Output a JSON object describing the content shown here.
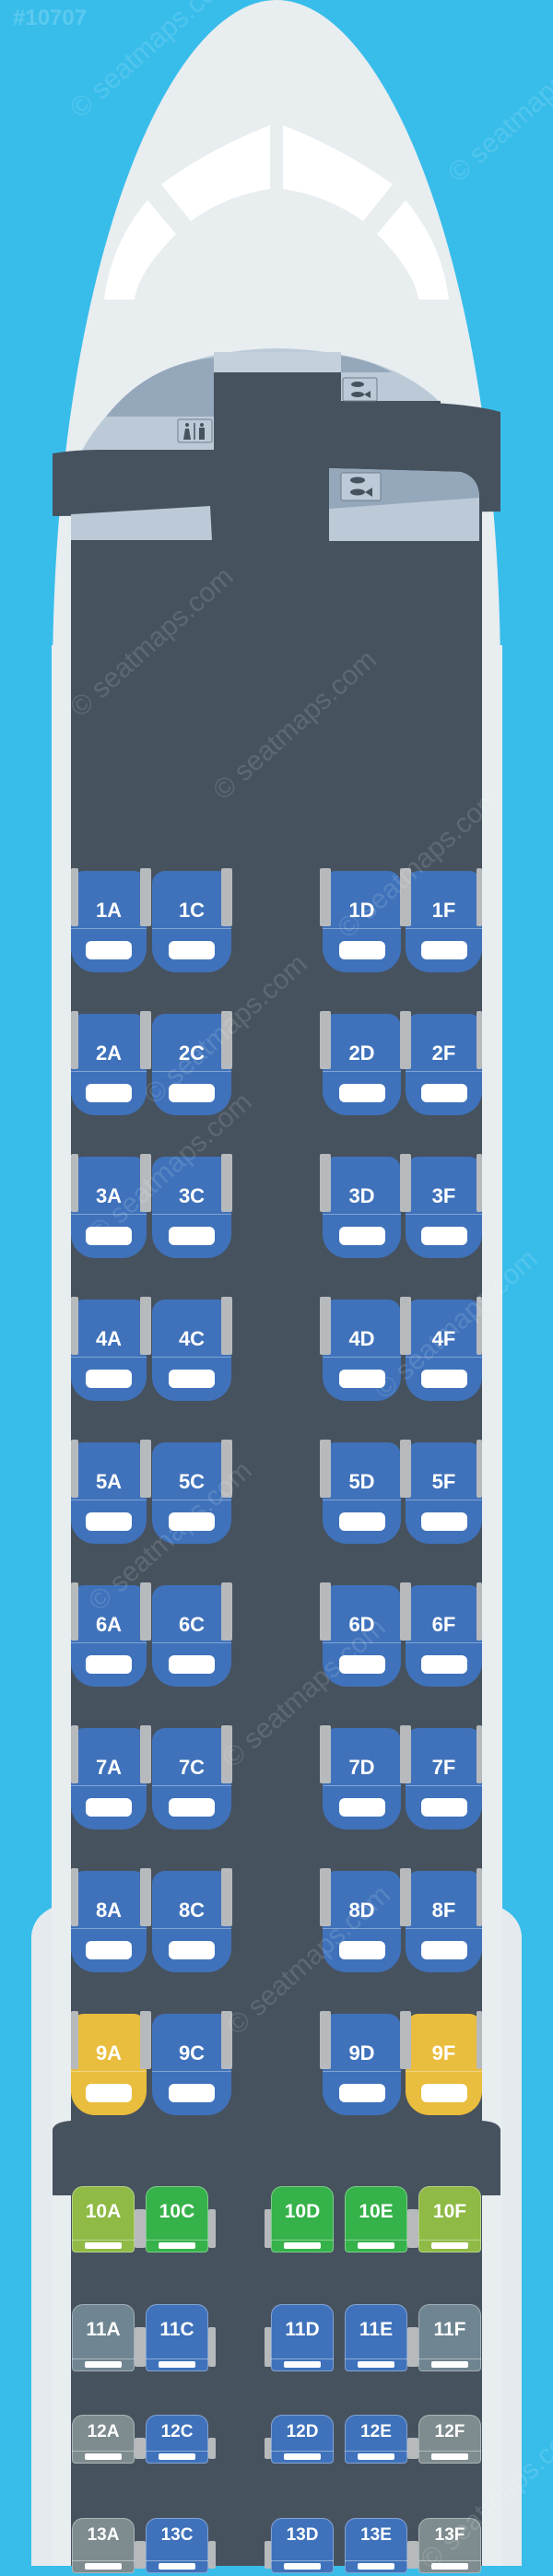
{
  "map_id": "#10707",
  "watermark": "© seatmaps.com",
  "icons": {
    "lavatory": "lavatory-icon",
    "galley": "galley-icon"
  },
  "colors": {
    "background": "#38bdeb",
    "fuselage": "#e8edf0",
    "floor": "#47525f",
    "standard": "#3f72bb",
    "extra_legroom_exit": "#e9bd3d",
    "preferred": "#8fba45",
    "premium": "#36b24a",
    "limited": "#6f8591",
    "restricted": "#7f8c8f"
  },
  "cabin_rows": [
    {
      "row": "1",
      "seats": [
        {
          "label": "1A",
          "type": "standard"
        },
        {
          "label": "1C",
          "type": "standard"
        },
        {
          "label": "1D",
          "type": "standard"
        },
        {
          "label": "1F",
          "type": "standard"
        }
      ]
    },
    {
      "row": "2",
      "seats": [
        {
          "label": "2A",
          "type": "standard"
        },
        {
          "label": "2C",
          "type": "standard"
        },
        {
          "label": "2D",
          "type": "standard"
        },
        {
          "label": "2F",
          "type": "standard"
        }
      ]
    },
    {
      "row": "3",
      "seats": [
        {
          "label": "3A",
          "type": "standard"
        },
        {
          "label": "3C",
          "type": "standard"
        },
        {
          "label": "3D",
          "type": "standard"
        },
        {
          "label": "3F",
          "type": "standard"
        }
      ]
    },
    {
      "row": "4",
      "seats": [
        {
          "label": "4A",
          "type": "standard"
        },
        {
          "label": "4C",
          "type": "standard"
        },
        {
          "label": "4D",
          "type": "standard"
        },
        {
          "label": "4F",
          "type": "standard"
        }
      ]
    },
    {
      "row": "5",
      "seats": [
        {
          "label": "5A",
          "type": "standard"
        },
        {
          "label": "5C",
          "type": "standard"
        },
        {
          "label": "5D",
          "type": "standard"
        },
        {
          "label": "5F",
          "type": "standard"
        }
      ]
    },
    {
      "row": "6",
      "seats": [
        {
          "label": "6A",
          "type": "standard"
        },
        {
          "label": "6C",
          "type": "standard"
        },
        {
          "label": "6D",
          "type": "standard"
        },
        {
          "label": "6F",
          "type": "standard"
        }
      ]
    },
    {
      "row": "7",
      "seats": [
        {
          "label": "7A",
          "type": "standard"
        },
        {
          "label": "7C",
          "type": "standard"
        },
        {
          "label": "7D",
          "type": "standard"
        },
        {
          "label": "7F",
          "type": "standard"
        }
      ]
    },
    {
      "row": "8",
      "seats": [
        {
          "label": "8A",
          "type": "standard"
        },
        {
          "label": "8C",
          "type": "standard"
        },
        {
          "label": "8D",
          "type": "standard"
        },
        {
          "label": "8F",
          "type": "standard"
        }
      ]
    },
    {
      "row": "9",
      "seats": [
        {
          "label": "9A",
          "type": "extra_legroom_exit"
        },
        {
          "label": "9C",
          "type": "standard"
        },
        {
          "label": "9D",
          "type": "standard"
        },
        {
          "label": "9F",
          "type": "extra_legroom_exit"
        }
      ]
    }
  ],
  "economy_rows": [
    {
      "row": "10",
      "seats": [
        {
          "label": "10A",
          "type": "preferred"
        },
        {
          "label": "10C",
          "type": "premium"
        },
        {
          "label": "10D",
          "type": "premium"
        },
        {
          "label": "10E",
          "type": "premium"
        },
        {
          "label": "10F",
          "type": "preferred"
        }
      ]
    },
    {
      "row": "11",
      "seats": [
        {
          "label": "11A",
          "type": "limited"
        },
        {
          "label": "11C",
          "type": "standard"
        },
        {
          "label": "11D",
          "type": "standard"
        },
        {
          "label": "11E",
          "type": "standard"
        },
        {
          "label": "11F",
          "type": "limited"
        }
      ]
    },
    {
      "row": "12",
      "seats": [
        {
          "label": "12A",
          "type": "restricted"
        },
        {
          "label": "12C",
          "type": "standard"
        },
        {
          "label": "12D",
          "type": "standard"
        },
        {
          "label": "12E",
          "type": "standard"
        },
        {
          "label": "12F",
          "type": "restricted"
        }
      ]
    },
    {
      "row": "13",
      "seats": [
        {
          "label": "13A",
          "type": "restricted"
        },
        {
          "label": "13C",
          "type": "standard"
        },
        {
          "label": "13D",
          "type": "standard"
        },
        {
          "label": "13E",
          "type": "standard"
        },
        {
          "label": "13F",
          "type": "restricted"
        }
      ]
    }
  ]
}
